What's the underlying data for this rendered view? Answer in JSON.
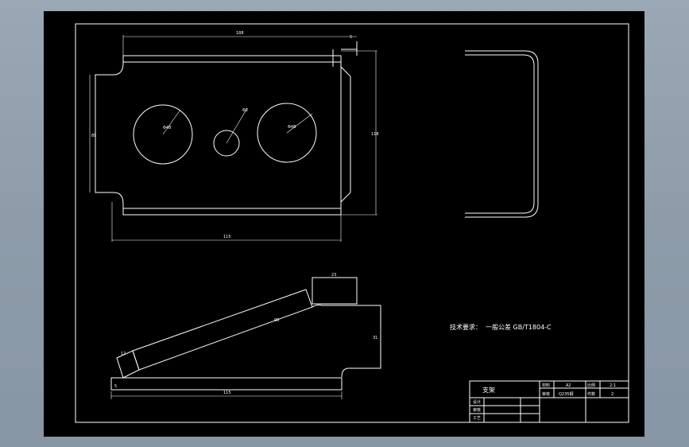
{
  "note": {
    "label": "技术要求：",
    "text": "一般公差 GB/T1804-C"
  },
  "dimensions": {
    "top_width": "188",
    "tab_height": "5",
    "hole_left": "Φ48",
    "hole_center": "Φ2",
    "hole_right": "Φ48",
    "left_height": "85",
    "right_height": "118",
    "bottom_width": "115",
    "incline_length": "98",
    "step_top": "23",
    "step_height": "31",
    "foot_angle": "12",
    "base_height": "5",
    "base_width": "115"
  },
  "title_block": {
    "part_name": "支架",
    "r1": [
      "材料",
      "A2",
      "比例",
      "2:1"
    ],
    "r2": [
      "审核",
      "Q235钢",
      "件数",
      "2"
    ],
    "left_labels": [
      "设计",
      "审核",
      "工艺"
    ]
  }
}
